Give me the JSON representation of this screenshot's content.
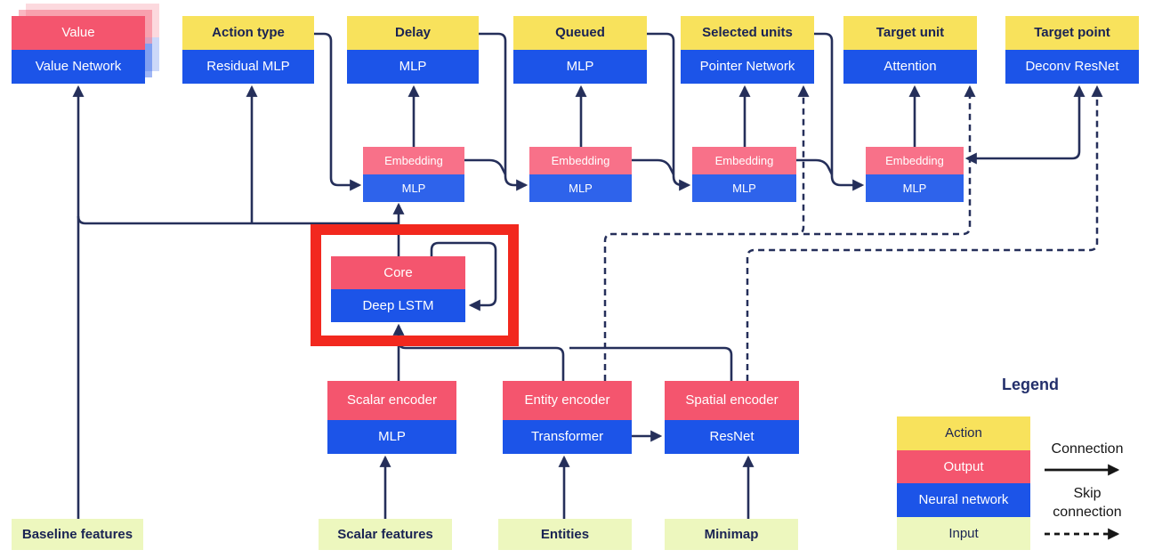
{
  "diagram": {
    "heads": [
      {
        "top": "Value",
        "network": "Value Network"
      },
      {
        "top": "Action type",
        "network": "Residual MLP"
      },
      {
        "top": "Delay",
        "network": "MLP"
      },
      {
        "top": "Queued",
        "network": "MLP"
      },
      {
        "top": "Selected units",
        "network": "Pointer Network"
      },
      {
        "top": "Target unit",
        "network": "Attention"
      },
      {
        "top": "Target point",
        "network": "Deconv ResNet"
      }
    ],
    "embeddings": [
      {
        "output": "Embedding",
        "network": "MLP"
      },
      {
        "output": "Embedding",
        "network": "MLP"
      },
      {
        "output": "Embedding",
        "network": "MLP"
      },
      {
        "output": "Embedding",
        "network": "MLP"
      }
    ],
    "core": {
      "output": "Core",
      "network": "Deep LSTM"
    },
    "encoders": [
      {
        "output": "Scalar encoder",
        "network": "MLP"
      },
      {
        "output": "Entity encoder",
        "network": "Transformer"
      },
      {
        "output": "Spatial encoder",
        "network": "ResNet"
      }
    ],
    "inputs": [
      "Baseline features",
      "Scalar features",
      "Entities",
      "Minimap"
    ]
  },
  "legend": {
    "title": "Legend",
    "rows": [
      {
        "label": "Action"
      },
      {
        "label": "Output"
      },
      {
        "label": "Neural network"
      },
      {
        "label": "Input"
      }
    ],
    "connection_label": "Connection",
    "skip_line1": "Skip",
    "skip_line2": "connection"
  },
  "colors": {
    "action_yellow": "#F8E25C",
    "output_pink": "#F4556E",
    "output_pink_light": "#F87189",
    "network_blue": "#1C54E8",
    "network_blue_light": "#2E63EB",
    "input_green": "#EDF7BE",
    "line_navy": "#252F5A",
    "highlight_red": "#F2281E",
    "dark_text": "#1A2353"
  }
}
